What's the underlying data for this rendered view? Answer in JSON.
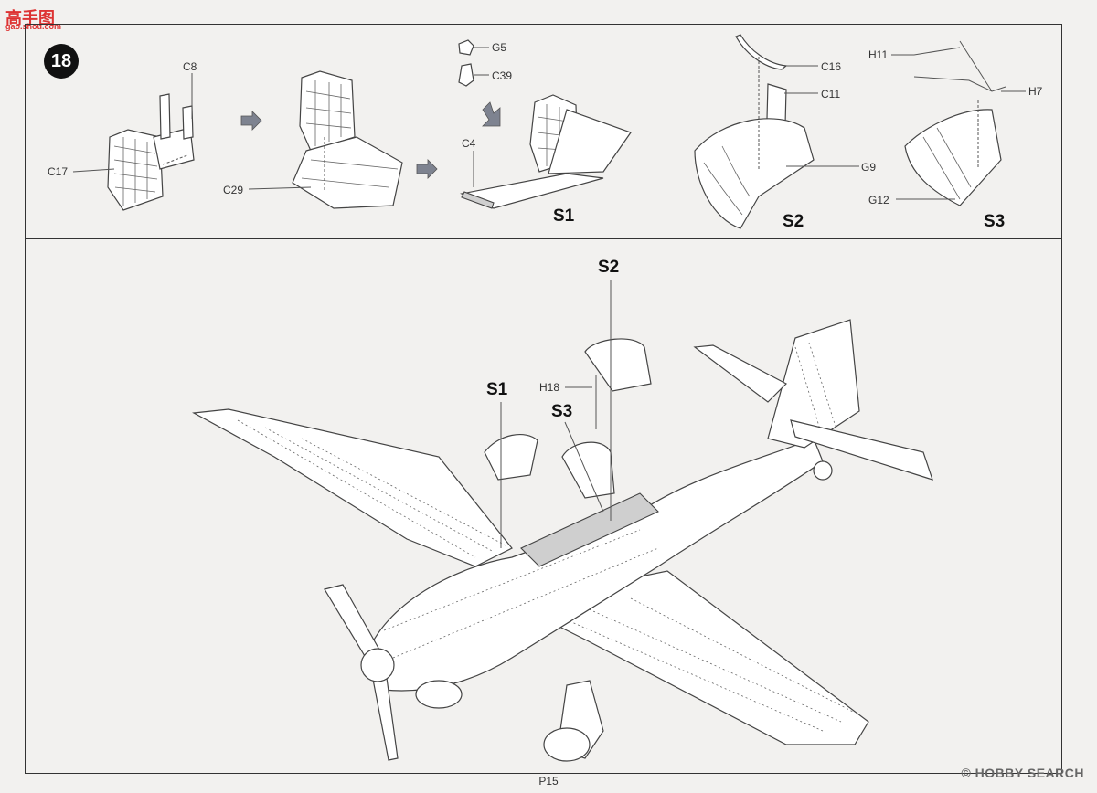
{
  "watermark": {
    "logo": "高手图",
    "url": "gao.shou.com"
  },
  "step": {
    "number": "18"
  },
  "parts": {
    "c8": "C8",
    "c17": "C17",
    "c29": "C29",
    "g5": "G5",
    "c39": "C39",
    "c4": "C4",
    "c16": "C16",
    "c11": "C11",
    "g9": "G9",
    "h11": "H11",
    "h7": "H7",
    "g12": "G12",
    "h18": "H18"
  },
  "subassemblies": {
    "s1": "S1",
    "s2": "S2",
    "s3": "S3"
  },
  "footer": {
    "page": "P15",
    "credit": "© HOBBY SEARCH"
  }
}
